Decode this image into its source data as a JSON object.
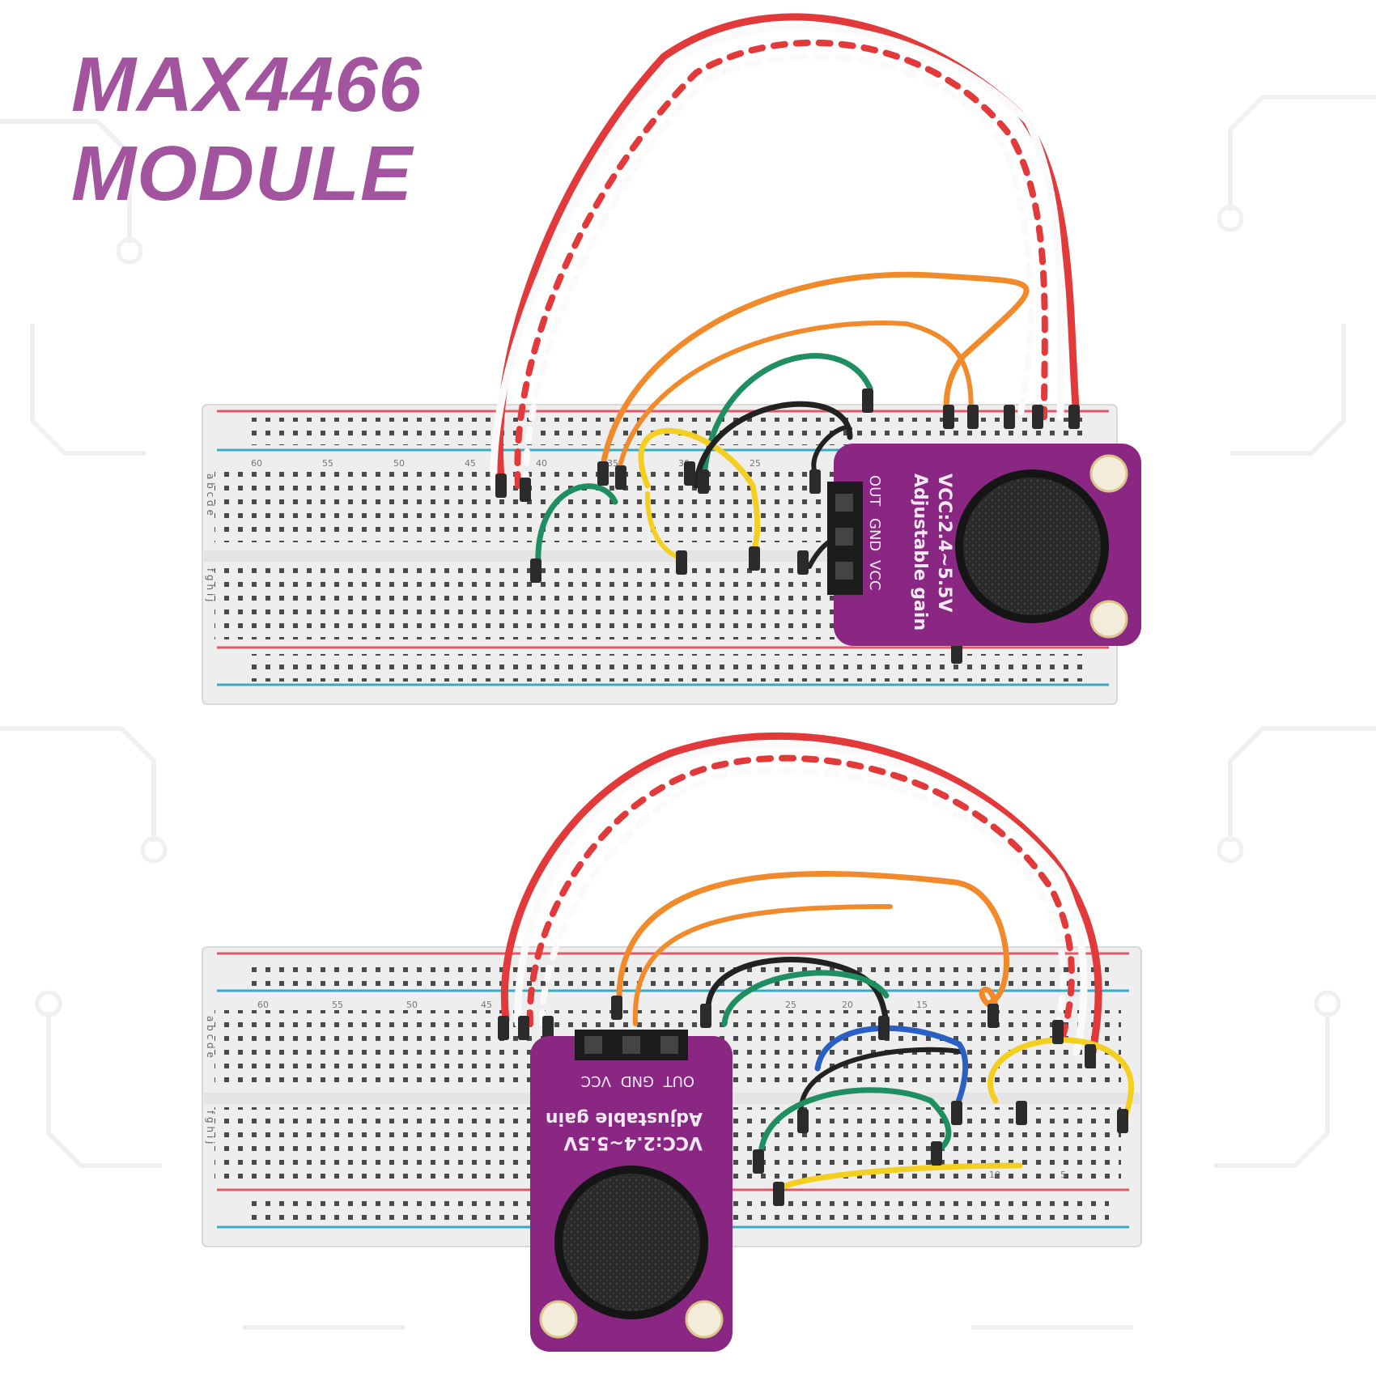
{
  "title": {
    "line1": "MAX4466",
    "line2": "MODULE",
    "color": "#a2559e"
  },
  "module": {
    "pin_out": "OUT",
    "pin_gnd": "GND",
    "pin_vcc": "VCC",
    "voltage_label": "VCC:2.4~5.5V",
    "gain_label": "Adjustable gain",
    "board_color": "#8a2782"
  },
  "breadboard_column_numbers": [
    "60",
    "55",
    "50",
    "45",
    "40",
    "35",
    "30",
    "25",
    "20",
    "15",
    "10",
    "5"
  ],
  "breadboard_row_letters": {
    "top": "a b c d e",
    "bottom": "f g h i j"
  },
  "wire_colors": {
    "red": "#e23a3a",
    "white": "#fafafa",
    "orange": "#f08a2a",
    "green": "#1f8f62",
    "yellow": "#f3cf22",
    "black": "#222222",
    "blue": "#2a5fc4"
  }
}
